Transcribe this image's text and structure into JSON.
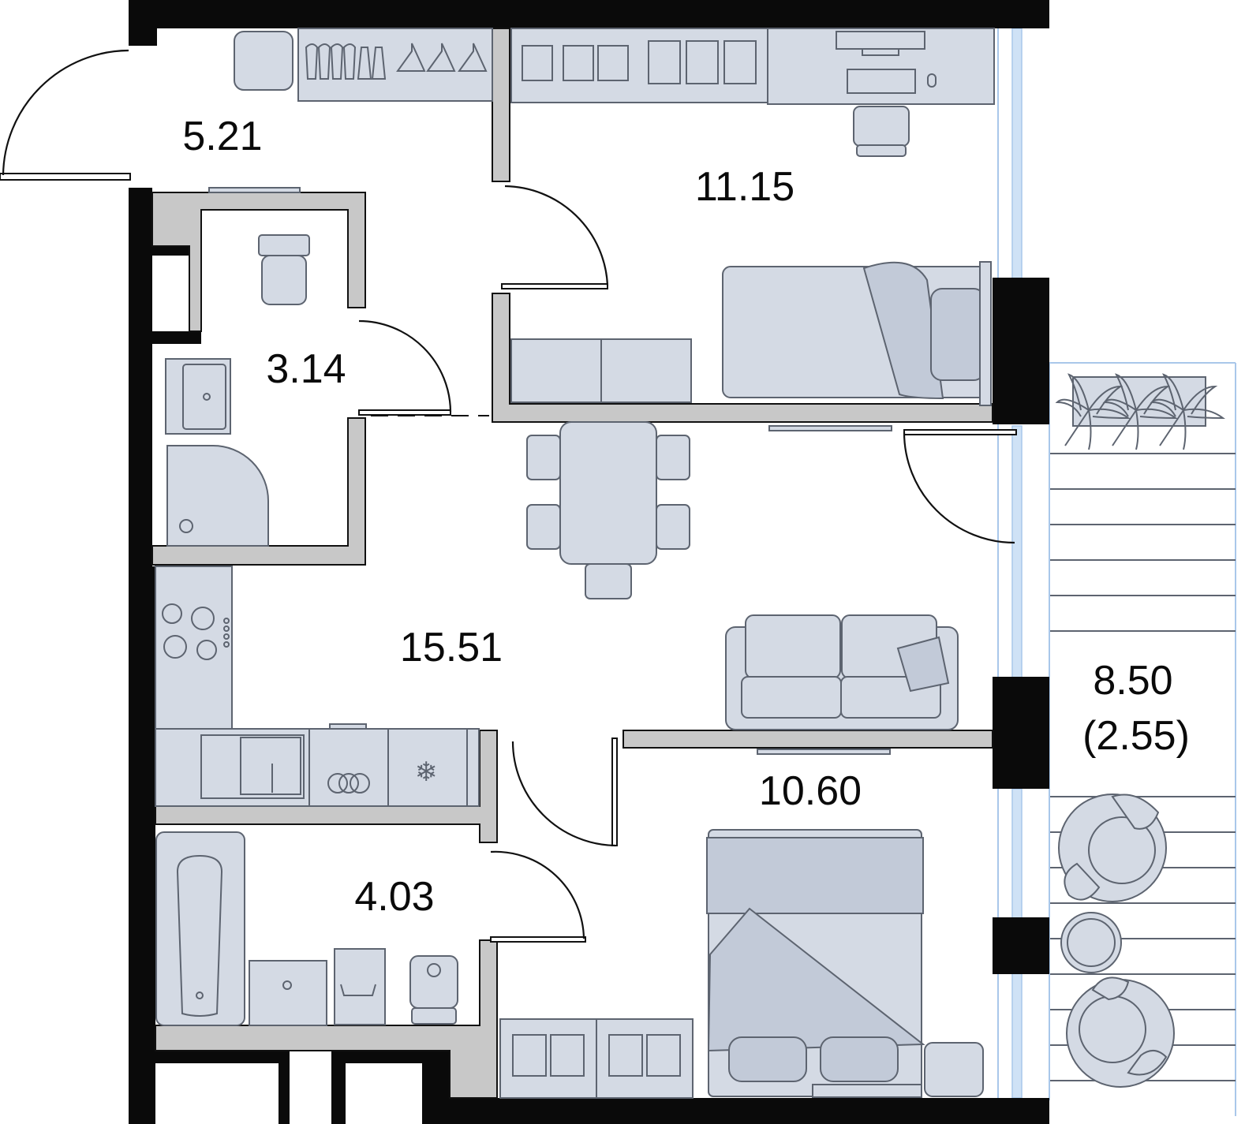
{
  "rooms": {
    "hall": {
      "area": "5.21"
    },
    "bedroom_top": {
      "area": "11.15"
    },
    "wc_small": {
      "area": "3.14"
    },
    "living_kitchen": {
      "area": "15.51"
    },
    "bedroom_bottom": {
      "area": "10.60"
    },
    "bathroom": {
      "area": "4.03"
    },
    "balcony": {
      "area": "8.50",
      "reduced_area": "(2.55)"
    }
  },
  "colors": {
    "wall": "#0a0a0a",
    "partition": "#c8c8c8",
    "furniture": "#d4dae4",
    "furniture_outline": "#5d6470",
    "glazing": "#a9c7ea"
  }
}
